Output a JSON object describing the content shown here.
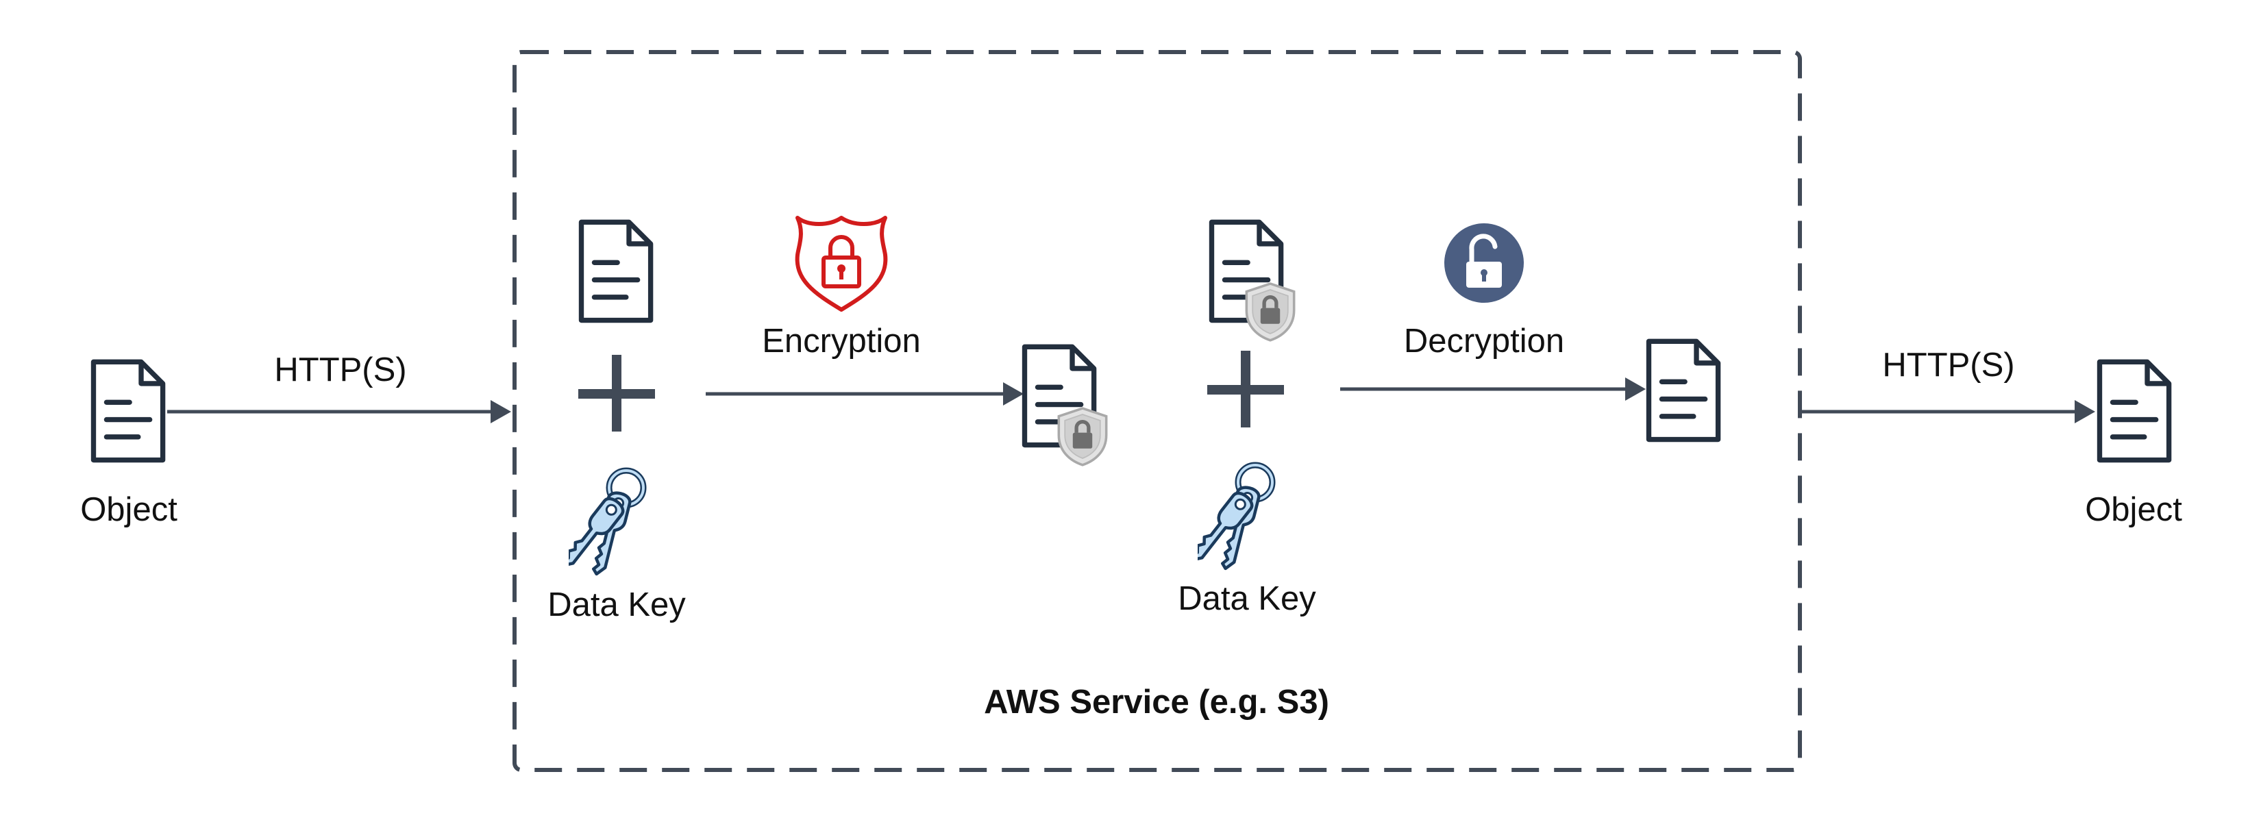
{
  "labels": {
    "object_left": "Object",
    "object_right": "Object",
    "http_left": "HTTP(S)",
    "http_right": "HTTP(S)",
    "encryption": "Encryption",
    "decryption": "Decryption",
    "data_key_1": "Data Key",
    "data_key_2": "Data Key",
    "service": "AWS Service (e.g. S3)"
  },
  "colors": {
    "stroke": "#232F3E",
    "arrow": "#414A57",
    "encryption_accent": "#D21C1C",
    "decryption_accent": "#4B5E82",
    "key_fill": "#BFDDF5",
    "shield_fill": "#C8C8C8",
    "boundary": "#414A57"
  },
  "icons": {
    "document": "document-icon",
    "encrypted_document": "encrypted-document-icon",
    "keys": "keys-icon",
    "encryption": "encryption-shield-lock-icon",
    "decryption": "unlock-circle-icon",
    "plus": "plus-icon"
  }
}
